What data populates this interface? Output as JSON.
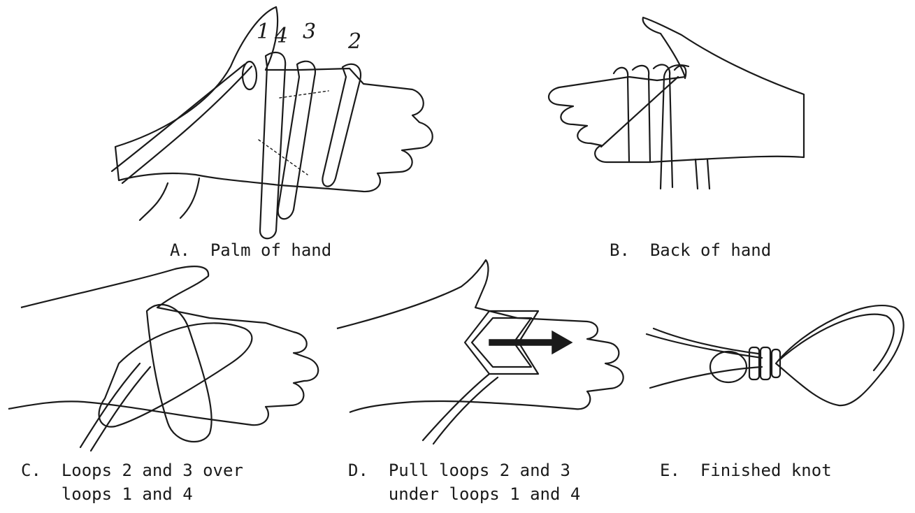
{
  "panels": [
    {
      "letter": "A.",
      "caption": [
        "Palm of hand"
      ]
    },
    {
      "letter": "B.",
      "caption": [
        "Back of hand"
      ]
    },
    {
      "letter": "C.",
      "caption": [
        "Loops 2 and 3 over",
        "loops 1 and 4"
      ]
    },
    {
      "letter": "D.",
      "caption": [
        "Pull loops 2 and 3",
        "under loops 1 and 4"
      ]
    },
    {
      "letter": "E.",
      "caption": [
        "Finished knot"
      ]
    }
  ],
  "loop_numbers": [
    "1",
    "4",
    "3",
    "2"
  ]
}
